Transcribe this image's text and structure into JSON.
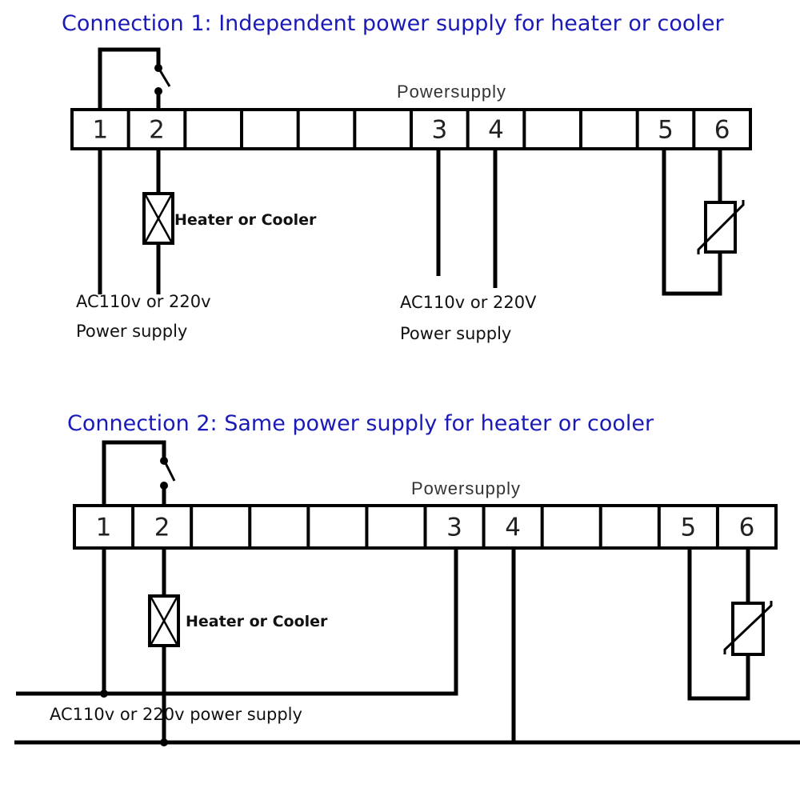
{
  "connection1": {
    "title": "Connection 1:  Independent power supply for heater or cooler",
    "terminal_labels": [
      "1",
      "2",
      "",
      "",
      "",
      "",
      "3",
      "4",
      "",
      "",
      "5",
      "6"
    ],
    "power_supply_label": "Powersupply",
    "load_label": "Heater or Cooler",
    "supply_left_line1": "AC110v or 220v",
    "supply_left_line2": "Power supply",
    "supply_right_line1": "AC110v or 220V",
    "supply_right_line2": "Power supply",
    "icons": [
      "relay-switch-icon",
      "heater-cooler-coil-icon",
      "thermistor-sensor-icon"
    ]
  },
  "connection2": {
    "title": "Connection 2:  Same power supply for heater or cooler",
    "terminal_labels": [
      "1",
      "2",
      "",
      "",
      "",
      "",
      "3",
      "4",
      "",
      "",
      "5",
      "6"
    ],
    "power_supply_label": "Powersupply",
    "load_label": "Heater or Cooler",
    "supply_label": "AC110v or 220v power supply",
    "icons": [
      "relay-switch-icon",
      "heater-cooler-coil-icon",
      "thermistor-sensor-icon"
    ]
  },
  "colors": {
    "title": "#1a1ab8",
    "line": "#000000"
  }
}
